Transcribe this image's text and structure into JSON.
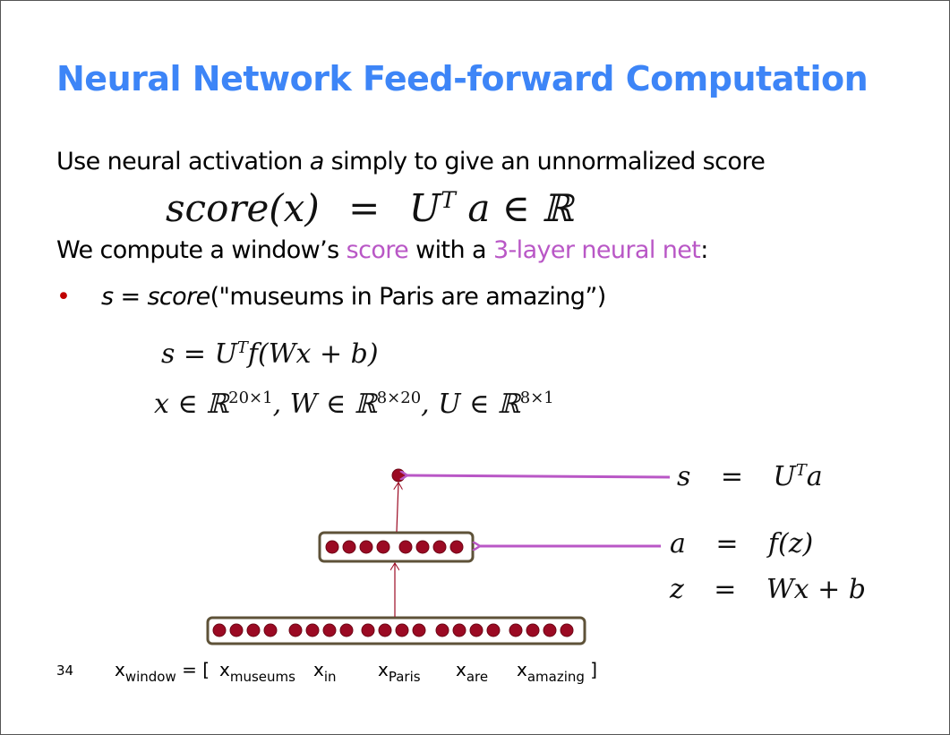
{
  "slide": {
    "title": "Neural Network Feed-forward Computation",
    "line1_pre": "Use neural activation ",
    "line1_var": "a",
    "line1_post": " simply to give an unnormalized score",
    "eq1": {
      "lhs": "score(x)",
      "eq": "=",
      "rhs": "U",
      "sup": "T",
      "rhs2": "a ∈ ℝ"
    },
    "line2_pre": "We compute a window’s ",
    "line2_score": "score",
    "line2_mid": " with a ",
    "line2_net": "3-layer neural net",
    "line2_post": ":",
    "bullet": "•",
    "bullet_text_it": "s = score",
    "bullet_text": "(\"museums in Paris are amazing”)",
    "eq2": {
      "a": "s = U",
      "sup": "T",
      "b": "f(Wx + b)"
    },
    "eq3": {
      "a": "x ∈ ℝ",
      "sup1": "20×1",
      "b": ", W ∈ ℝ",
      "sup2": "8×20",
      "c": ", U ∈ ℝ",
      "sup3": "8×1"
    },
    "diagram": {
      "s_label": {
        "lhs": "s",
        "eq": "=",
        "rhs": "U",
        "sup": "T",
        "rhs2": "a"
      },
      "a_label": {
        "lhs": "a",
        "eq": "=",
        "rhs": "f(z)"
      },
      "z_label": {
        "lhs": "z",
        "eq": "=",
        "rhs": "Wx + b"
      },
      "input_units": 20,
      "hidden_units": 8,
      "output_units": 1
    },
    "page_number": "34",
    "window": {
      "x": "x",
      "sub": "window",
      "eq": "= [",
      "words": [
        {
          "x": "x",
          "sub": "museums"
        },
        {
          "x": "x",
          "sub": "in"
        },
        {
          "x": "x",
          "sub": "Paris"
        },
        {
          "x": "x",
          "sub": "are"
        },
        {
          "x": "x",
          "sub": "amazing"
        }
      ],
      "close": "]"
    },
    "colors": {
      "title": "#3d85f7",
      "accent": "#b957c6",
      "node": "#9b0a23",
      "box": "#5e5238"
    }
  }
}
